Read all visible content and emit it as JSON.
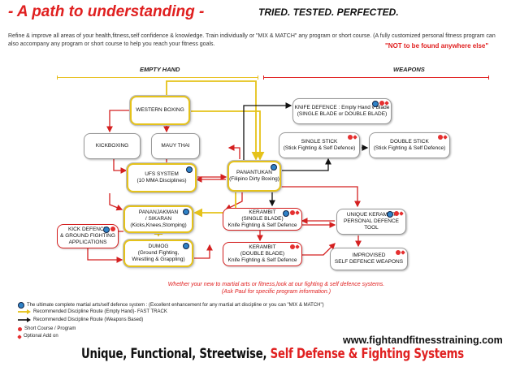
{
  "header": {
    "title": "-  A path to understanding  -",
    "tagline": "TRIED. TESTED. PERFECTED.",
    "intro": "Refine & improve all areas of your health,fitness,self confidence & knowledge.  Train individually or \"MIX & MATCH\" any program or short course. (A fully customized personal fitness program can also accompany any program or short course to help you reach your fitness goals.",
    "not_found": "\"NOT to be found anywhere else\""
  },
  "columns": {
    "empty_hand": "EMPTY HAND",
    "weapons": "WEAPONS"
  },
  "nodes": {
    "western_boxing": "WESTERN BOXING",
    "kickboxing": "KICKBOXING",
    "mauy_thai": "MAUY THAI",
    "ufs_1": "UFS SYSTEM",
    "ufs_2": "(10 MMA Disciplines)",
    "panantukan_1": "PANANTUKAN",
    "panantukan_2": "(Filipino Dirty Boxing)",
    "knife_1": "KNIFE DEFENCE : Empty Hand v Blade",
    "knife_2": "(SINGLE BLADE or DOUBLE BLADE)",
    "single_stick_1": "SINGLE STICK",
    "single_stick_2": "(Stick Fighting & Self Defence)",
    "double_stick_1": "DOUBLE STICK",
    "double_stick_2": "(Stick Fighting & Self Defence)",
    "pananjakman_1": "PANANJAKMAN",
    "pananjakman_2": "/ SIKARAN",
    "pananjakman_3": "(Kicks,Knees,Stomping)",
    "kick_def_1": "KICK DEFENCE",
    "kick_def_2": "& GROUND FIGHTING",
    "kick_def_3": "APPLICATIONS",
    "dumog_1": "DUMOG",
    "dumog_2": "(Ground Fighting,",
    "dumog_3": "Wrestling & Grappling)",
    "kerambit_single_1": "KERAMBIT",
    "kerambit_single_2": "(SINGLE BLADE)",
    "kerambit_single_3": "Knife Fighting & Self Defence",
    "kerambit_double_1": "KERAMBIT",
    "kerambit_double_2": "(DOUBLE BLADE)",
    "kerambit_double_3": "Knife Fighting & Self Defence",
    "unique_kerambit_1": "UNIQUE KERAMBIT",
    "unique_kerambit_2": "PERSONAL DEFENCE TOOL",
    "improvised_1": "IMPROVISED",
    "improvised_2": "SELF DEFENCE WEAPONS"
  },
  "footnote": {
    "line1": "Whether your new to martial arts or fitness,look at our fighting & self defence systems.",
    "line2": "(Ask Paul for specific program information.)"
  },
  "legend": {
    "complete": "The ultimate complete martial arts/self defence system : (Excellent enhancement for any martial art discipline or you can \"MIX & MATCH\")",
    "empty_route": "Recommended Discipline Route (Empty Hand)- FAST TRACK",
    "weapons_route": "Recommended Discipline Route (Weapons Based)",
    "short_course": "Short Course / Program",
    "optional": "Optional Add on"
  },
  "footer": {
    "website": "www.fightandfitnesstraining.com",
    "slogan_part1": "Unique, Functional, Streetwise, ",
    "slogan_part2": "Self Defense & Fighting Systems"
  },
  "colors": {
    "accent_red": "#e02020",
    "route_yellow": "#e5c21a",
    "route_black": "#111111",
    "badge_blue": "#2f82c7"
  }
}
